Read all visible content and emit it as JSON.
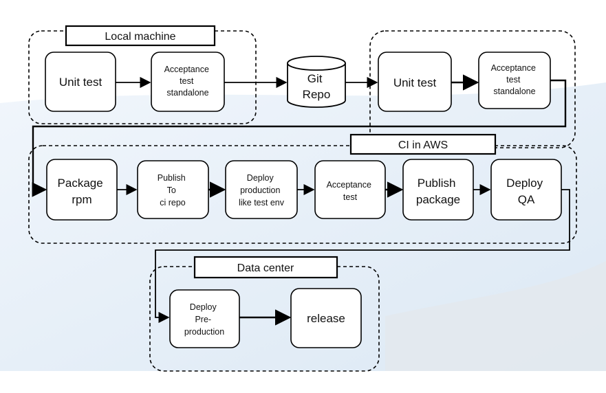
{
  "groups": {
    "local": {
      "title": "Local machine"
    },
    "ci": {
      "title": "CI in AWS"
    },
    "datacenter": {
      "title": "Data center"
    }
  },
  "repo": {
    "lines": [
      "Git",
      "Repo"
    ]
  },
  "nodes": {
    "local_unit": {
      "lines": [
        "Unit test"
      ]
    },
    "local_accept": {
      "lines": [
        "Acceptance",
        "test",
        "standalone"
      ]
    },
    "remote_unit": {
      "lines": [
        "Unit test"
      ]
    },
    "remote_accept": {
      "lines": [
        "Acceptance",
        "test",
        "standalone"
      ]
    },
    "package": {
      "lines": [
        "Package",
        "rpm"
      ]
    },
    "publish_ci": {
      "lines": [
        "Publish",
        "To",
        "ci repo"
      ]
    },
    "deploy_prodlike": {
      "lines": [
        "Deploy",
        "production",
        "like test env"
      ]
    },
    "ci_accept": {
      "lines": [
        "Acceptance",
        "test"
      ]
    },
    "publish_pkg": {
      "lines": [
        "Publish",
        "package"
      ]
    },
    "deploy_qa": {
      "lines": [
        "Deploy",
        "QA"
      ]
    },
    "deploy_preprod": {
      "lines": [
        "Deploy",
        "Pre-",
        "production"
      ]
    },
    "release": {
      "lines": [
        "release"
      ]
    }
  },
  "colors": {
    "background_accent": "#bcd4ec",
    "stroke": "#000000",
    "box_fill": "#ffffff"
  }
}
